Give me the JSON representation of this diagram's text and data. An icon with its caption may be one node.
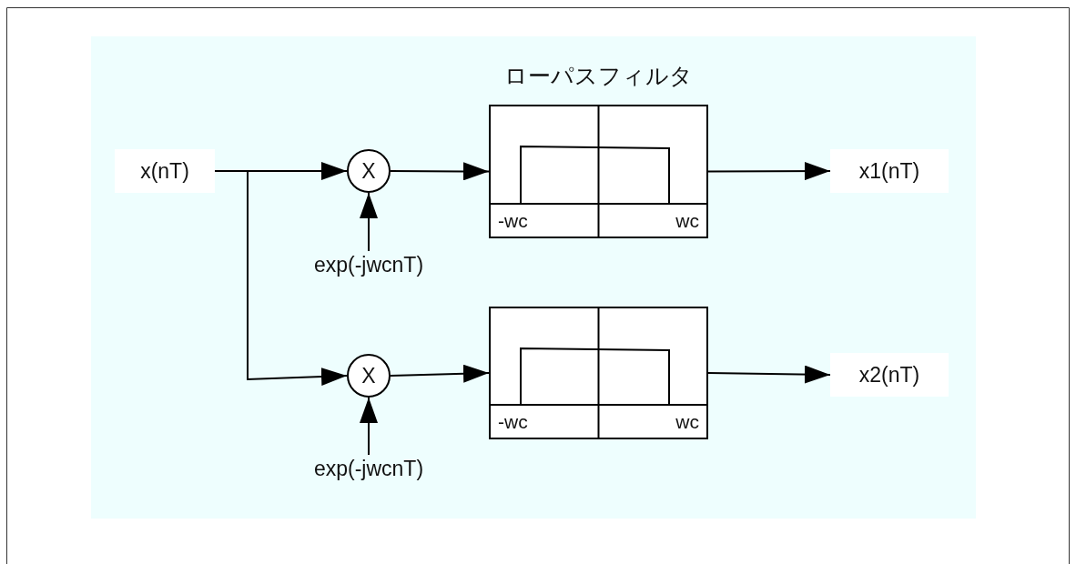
{
  "diagram": {
    "nodes": [
      {
        "text": [
          "x(nT)"
        ]
      },
      {
        "text": [
          "X"
        ]
      },
      {
        "text": [
          "exp(-jwcnT)"
        ]
      },
      {
        "text": [
          "ローパスフィルタ",
          "-wc",
          "wc"
        ]
      },
      {
        "text": [
          "x1(nT)"
        ]
      },
      {
        "text": [
          "X"
        ]
      },
      {
        "text": [
          "exp(-jwcnT)"
        ]
      },
      {
        "text": [
          "-wc",
          "wc"
        ]
      },
      {
        "text": [
          "x2(nT)"
        ]
      }
    ],
    "edges": [
      {
        "from": 0,
        "to": 1,
        "arrow": "to"
      },
      {
        "from": 0,
        "to": 5,
        "arrow": "to"
      },
      {
        "from": 2,
        "to": 1,
        "arrow": "to"
      },
      {
        "from": 1,
        "to": 3,
        "arrow": "to"
      },
      {
        "from": 3,
        "to": 4,
        "arrow": "to"
      },
      {
        "from": 6,
        "to": 5,
        "arrow": "to"
      },
      {
        "from": 5,
        "to": 7,
        "arrow": "to"
      },
      {
        "from": 7,
        "to": 8,
        "arrow": "to"
      }
    ]
  }
}
